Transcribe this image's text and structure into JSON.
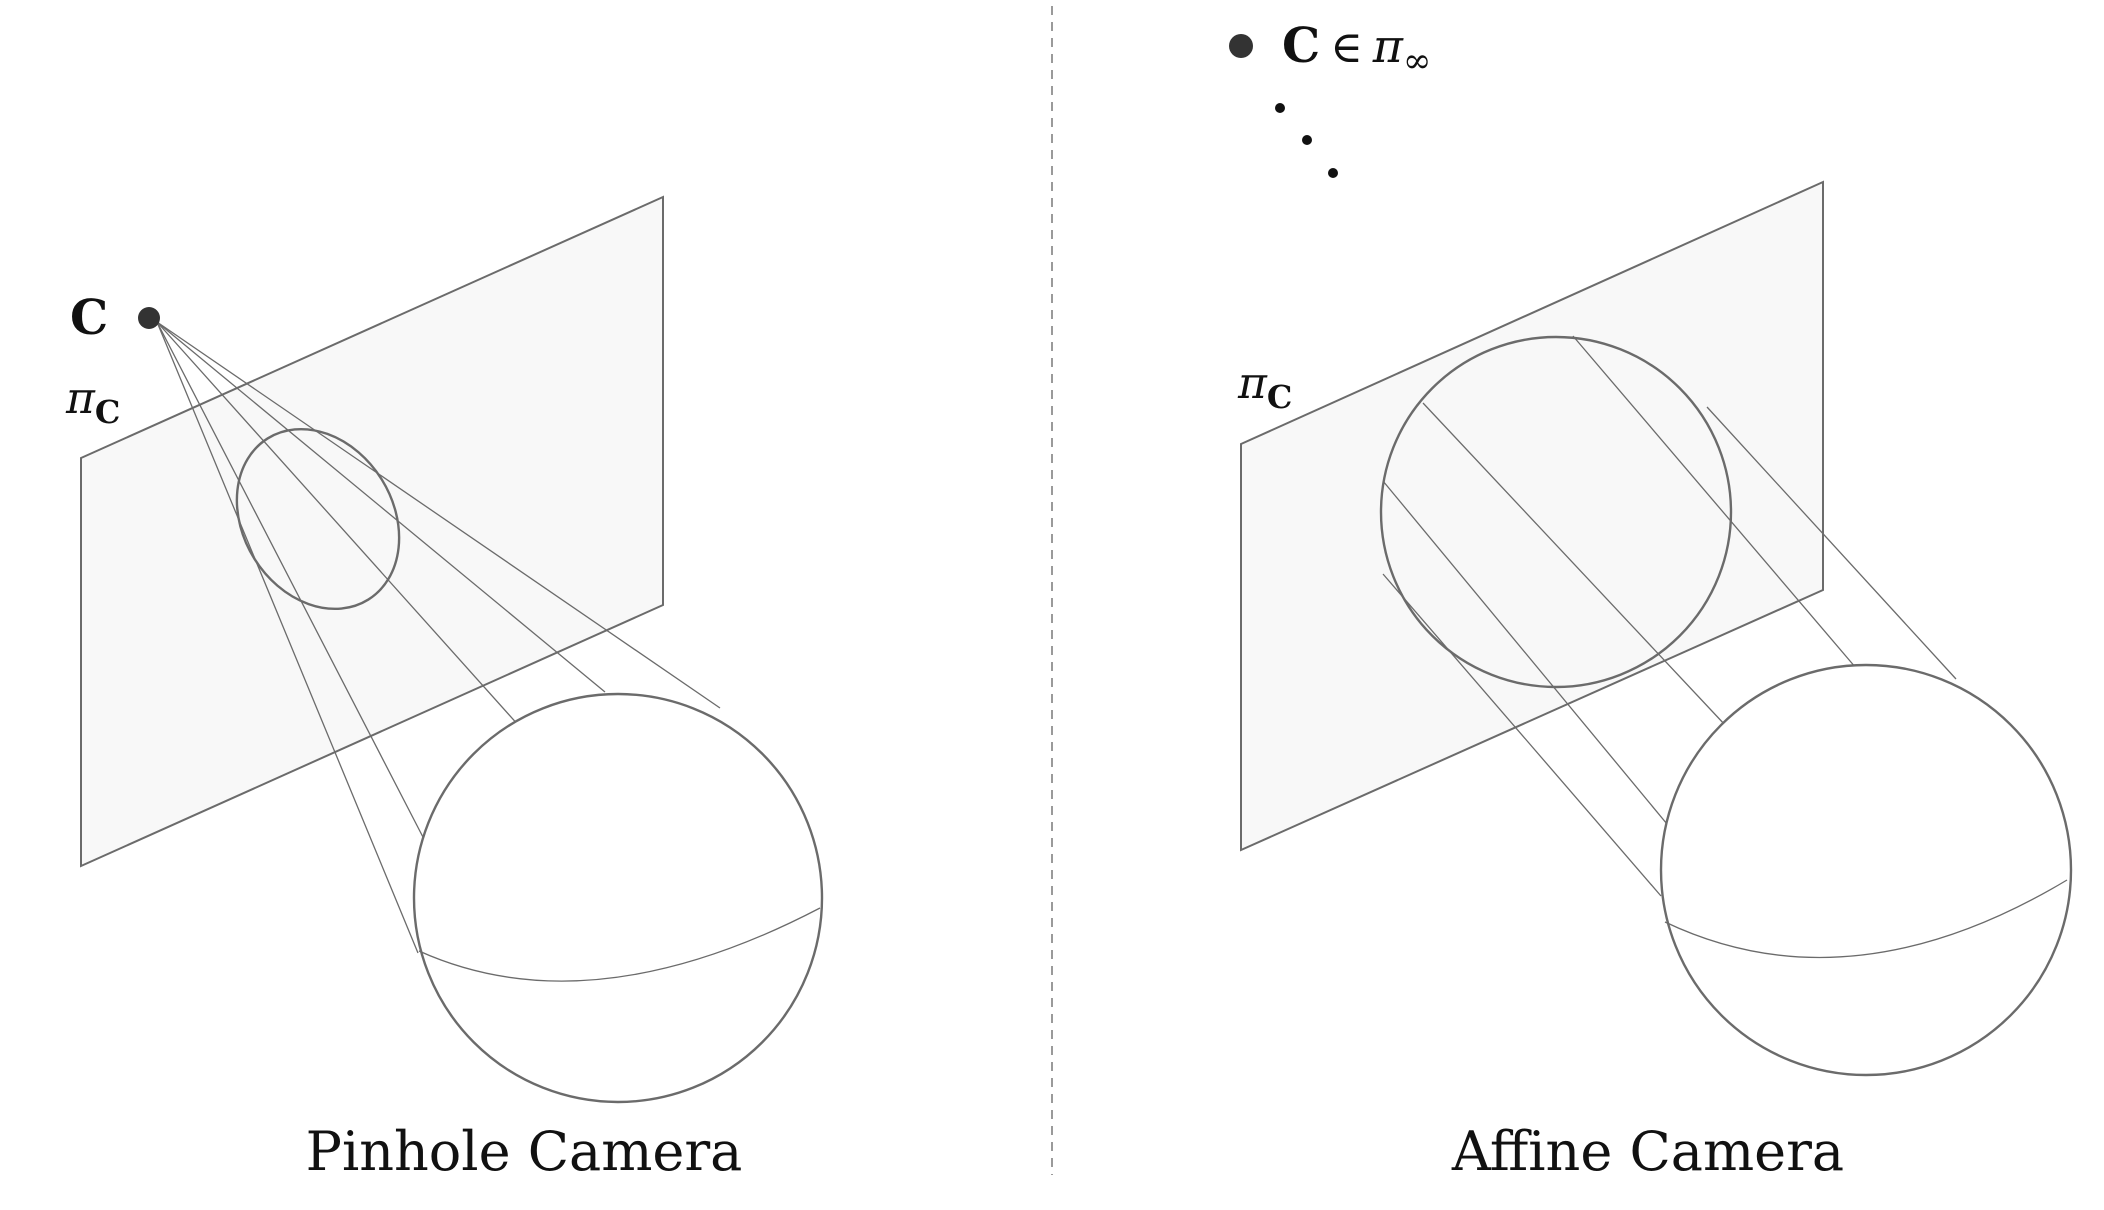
{
  "left_panel": {
    "center_label": "C",
    "plane_label_base": "π",
    "plane_label_sub": "C",
    "caption": "Pinhole Camera"
  },
  "right_panel": {
    "center_label": "C",
    "element_of": "∈",
    "infinity_plane_base": "π",
    "infinity_plane_sub": "∞",
    "plane_label_base": "π",
    "plane_label_sub": "C",
    "caption": "Affine Camera"
  },
  "colors": {
    "stroke": "#6b6b6b",
    "plane_fill": "#f8f8f8",
    "point": "#333333",
    "divider": "#9a9a9a"
  }
}
